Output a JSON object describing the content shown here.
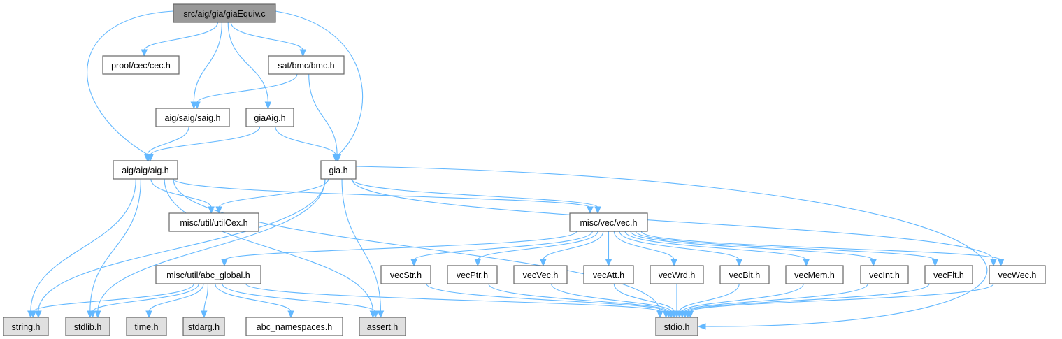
{
  "diagram": {
    "title": "src/aig/gia/giaEquiv.c",
    "type": "include-dependency-graph",
    "colors": {
      "root_fill": "#999999",
      "node_fill": "#ffffff",
      "system_header_fill": "#e0e0e0",
      "border": "#666666",
      "edge": "#63b8ff"
    },
    "nodes": [
      {
        "id": "root",
        "label": "src/aig/gia/giaEquiv.c",
        "kind": "root"
      },
      {
        "id": "cec",
        "label": "proof/cec/cec.h",
        "kind": "header"
      },
      {
        "id": "bmc",
        "label": "sat/bmc/bmc.h",
        "kind": "header"
      },
      {
        "id": "saig",
        "label": "aig/saig/saig.h",
        "kind": "header"
      },
      {
        "id": "giaAig",
        "label": "giaAig.h",
        "kind": "header"
      },
      {
        "id": "aig",
        "label": "aig/aig/aig.h",
        "kind": "header"
      },
      {
        "id": "gia",
        "label": "gia.h",
        "kind": "header"
      },
      {
        "id": "utilCex",
        "label": "misc/util/utilCex.h",
        "kind": "header"
      },
      {
        "id": "vec",
        "label": "misc/vec/vec.h",
        "kind": "header"
      },
      {
        "id": "abc_global",
        "label": "misc/util/abc_global.h",
        "kind": "header"
      },
      {
        "id": "vecStr",
        "label": "vecStr.h",
        "kind": "header"
      },
      {
        "id": "vecPtr",
        "label": "vecPtr.h",
        "kind": "header"
      },
      {
        "id": "vecVec",
        "label": "vecVec.h",
        "kind": "header"
      },
      {
        "id": "vecAtt",
        "label": "vecAtt.h",
        "kind": "header"
      },
      {
        "id": "vecWrd",
        "label": "vecWrd.h",
        "kind": "header"
      },
      {
        "id": "vecBit",
        "label": "vecBit.h",
        "kind": "header"
      },
      {
        "id": "vecMem",
        "label": "vecMem.h",
        "kind": "header"
      },
      {
        "id": "vecInt",
        "label": "vecInt.h",
        "kind": "header"
      },
      {
        "id": "vecFlt",
        "label": "vecFlt.h",
        "kind": "header"
      },
      {
        "id": "vecWec",
        "label": "vecWec.h",
        "kind": "header"
      },
      {
        "id": "string",
        "label": "string.h",
        "kind": "system"
      },
      {
        "id": "stdlib",
        "label": "stdlib.h",
        "kind": "system"
      },
      {
        "id": "time",
        "label": "time.h",
        "kind": "system"
      },
      {
        "id": "stdarg",
        "label": "stdarg.h",
        "kind": "system"
      },
      {
        "id": "abc_namespaces",
        "label": "abc_namespaces.h",
        "kind": "header"
      },
      {
        "id": "assert",
        "label": "assert.h",
        "kind": "system"
      },
      {
        "id": "stdio",
        "label": "stdio.h",
        "kind": "system"
      }
    ],
    "edges": [
      [
        "root",
        "cec"
      ],
      [
        "root",
        "bmc"
      ],
      [
        "root",
        "saig"
      ],
      [
        "root",
        "giaAig"
      ],
      [
        "root",
        "aig"
      ],
      [
        "root",
        "gia"
      ],
      [
        "bmc",
        "saig"
      ],
      [
        "bmc",
        "gia"
      ],
      [
        "saig",
        "aig"
      ],
      [
        "giaAig",
        "aig"
      ],
      [
        "giaAig",
        "gia"
      ],
      [
        "aig",
        "utilCex"
      ],
      [
        "aig",
        "vec"
      ],
      [
        "aig",
        "string"
      ],
      [
        "aig",
        "stdlib"
      ],
      [
        "aig",
        "assert"
      ],
      [
        "aig",
        "stdio"
      ],
      [
        "gia",
        "utilCex"
      ],
      [
        "gia",
        "vec"
      ],
      [
        "gia",
        "string"
      ],
      [
        "gia",
        "stdlib"
      ],
      [
        "gia",
        "assert"
      ],
      [
        "gia",
        "stdio"
      ],
      [
        "gia",
        "vecWec"
      ],
      [
        "vec",
        "abc_global"
      ],
      [
        "vec",
        "vecStr"
      ],
      [
        "vec",
        "vecPtr"
      ],
      [
        "vec",
        "vecVec"
      ],
      [
        "vec",
        "vecAtt"
      ],
      [
        "vec",
        "vecWrd"
      ],
      [
        "vec",
        "vecBit"
      ],
      [
        "vec",
        "vecMem"
      ],
      [
        "vec",
        "vecInt"
      ],
      [
        "vec",
        "vecFlt"
      ],
      [
        "vec",
        "vecWec"
      ],
      [
        "abc_global",
        "string"
      ],
      [
        "abc_global",
        "stdlib"
      ],
      [
        "abc_global",
        "time"
      ],
      [
        "abc_global",
        "stdarg"
      ],
      [
        "abc_global",
        "abc_namespaces"
      ],
      [
        "abc_global",
        "assert"
      ],
      [
        "abc_global",
        "stdio"
      ],
      [
        "vecStr",
        "stdio"
      ],
      [
        "vecPtr",
        "stdio"
      ],
      [
        "vecVec",
        "stdio"
      ],
      [
        "vecAtt",
        "stdio"
      ],
      [
        "vecWrd",
        "stdio"
      ],
      [
        "vecBit",
        "stdio"
      ],
      [
        "vecMem",
        "stdio"
      ],
      [
        "vecInt",
        "stdio"
      ],
      [
        "vecFlt",
        "stdio"
      ],
      [
        "vecWec",
        "stdio"
      ]
    ]
  }
}
